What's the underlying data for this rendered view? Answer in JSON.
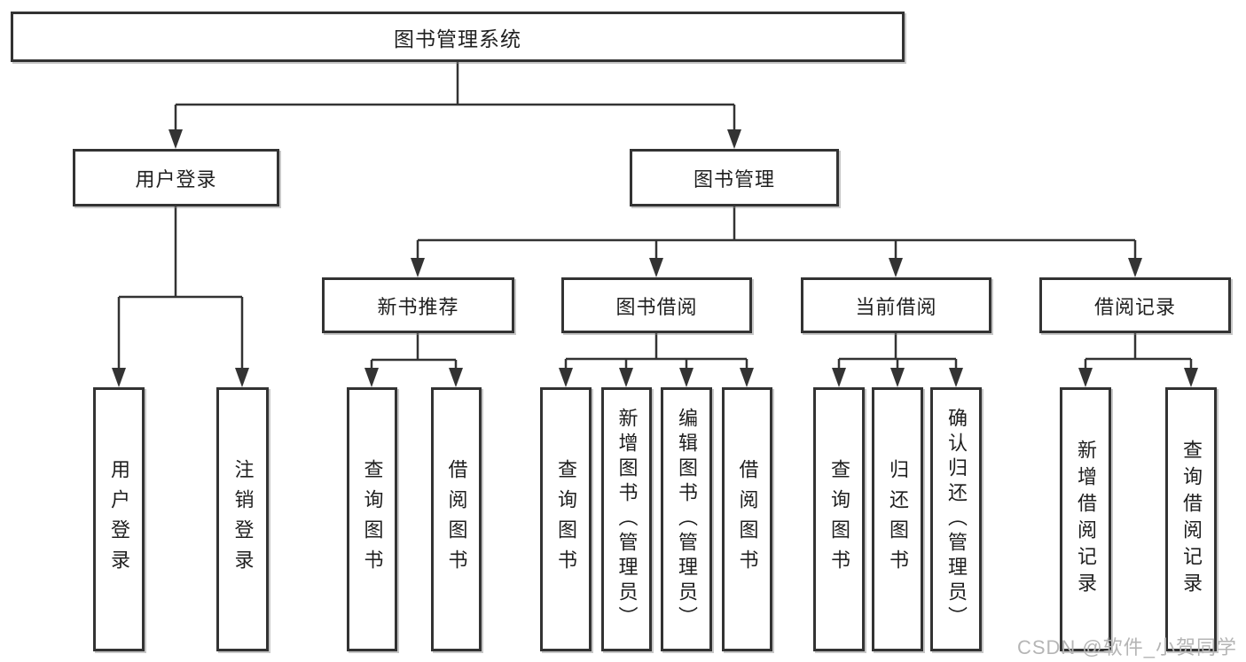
{
  "tree": {
    "root_label": "图书管理系统",
    "branches": [
      {
        "label": "用户登录",
        "children": [
          {
            "label": "用户登录"
          },
          {
            "label": "注销登录"
          }
        ]
      },
      {
        "label": "图书管理",
        "children": [
          {
            "label": "新书推荐",
            "children": [
              {
                "label": "查询图书"
              },
              {
                "label": "借阅图书"
              }
            ]
          },
          {
            "label": "图书借阅",
            "children": [
              {
                "label": "查询图书"
              },
              {
                "label": "新增图书（管理员）"
              },
              {
                "label": "编辑图书（管理员）"
              },
              {
                "label": "借阅图书"
              }
            ]
          },
          {
            "label": "当前借阅",
            "children": [
              {
                "label": "查询图书"
              },
              {
                "label": "归还图书"
              },
              {
                "label": "确认归还（管理员）"
              }
            ]
          },
          {
            "label": "借阅记录",
            "children": [
              {
                "label": "新增借阅记录"
              },
              {
                "label": "查询借阅记录"
              }
            ]
          }
        ]
      }
    ]
  },
  "watermark": "CSDN @软件_小贺同学",
  "colors": {
    "line": "#333333",
    "box_border": "#333333",
    "text": "#1f1f1f",
    "background": "#ffffff",
    "watermark": "#b5b5b5"
  }
}
